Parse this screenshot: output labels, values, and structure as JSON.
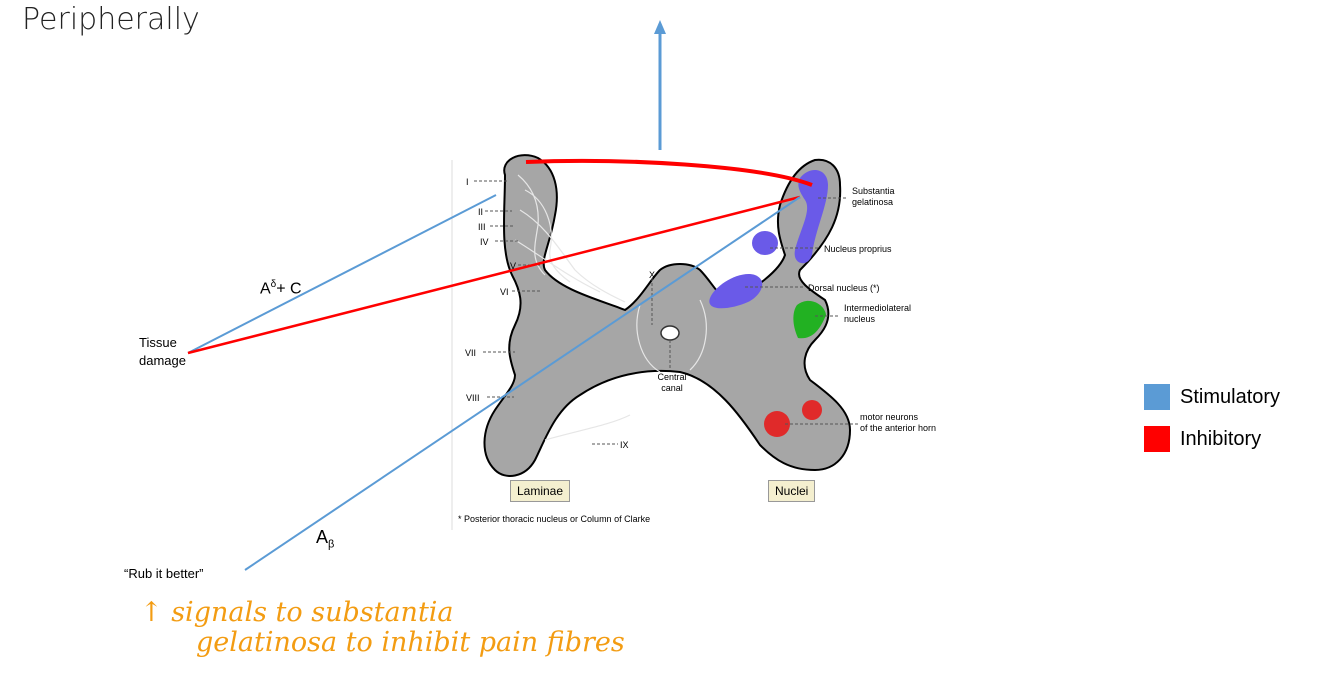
{
  "title": "Peripherally",
  "figure": {
    "lamina_labels": [
      "I",
      "II",
      "III",
      "IV",
      "V",
      "VI",
      "X",
      "VII",
      "VIII",
      "IX"
    ],
    "nucleus_labels": {
      "substantia": "Substantia",
      "gelatinosa": "gelatinosa",
      "nucleus_proprius": "Nucleus proprius",
      "dorsal_nucleus": "Dorsal nucleus (*)",
      "intermediolateral_1": "Intermediolateral",
      "intermediolateral_2": "nucleus",
      "central_canal_1": "Central",
      "central_canal_2": "canal",
      "motor_1": "motor neurons",
      "motor_2": "of the anterior horn"
    },
    "box_laminae": "Laminae",
    "box_nuclei": "Nuclei",
    "footnote": "* Posterior thoracic nucleus or Column of Clarke"
  },
  "annotations": {
    "a_delta_c_base": "A",
    "a_delta_c_sup": "δ",
    "a_delta_c_rest": "+ C",
    "tissue_damage_1": "Tissue",
    "tissue_damage_2": "damage",
    "a_beta_base": "A",
    "a_beta_sub": "β",
    "rub_it_better": "“Rub it better”",
    "handwritten_1": "↑ signals to substantia",
    "handwritten_2": "gelatinosa to inhibit pain fibres"
  },
  "legend": [
    {
      "label": "Stimulatory",
      "color": "#5b9bd5"
    },
    {
      "label": "Inhibitory",
      "color": "#ff0000"
    }
  ],
  "colors": {
    "stimulatory_line": "#5b9bd5",
    "inhibitory_line": "#ff0000",
    "grey_matter": "#a6a6a6",
    "nucleus_blue": "#6a5ae8",
    "nucleus_green": "#22b122",
    "nucleus_red": "#e02a2a",
    "handwriting": "#f39c12"
  }
}
